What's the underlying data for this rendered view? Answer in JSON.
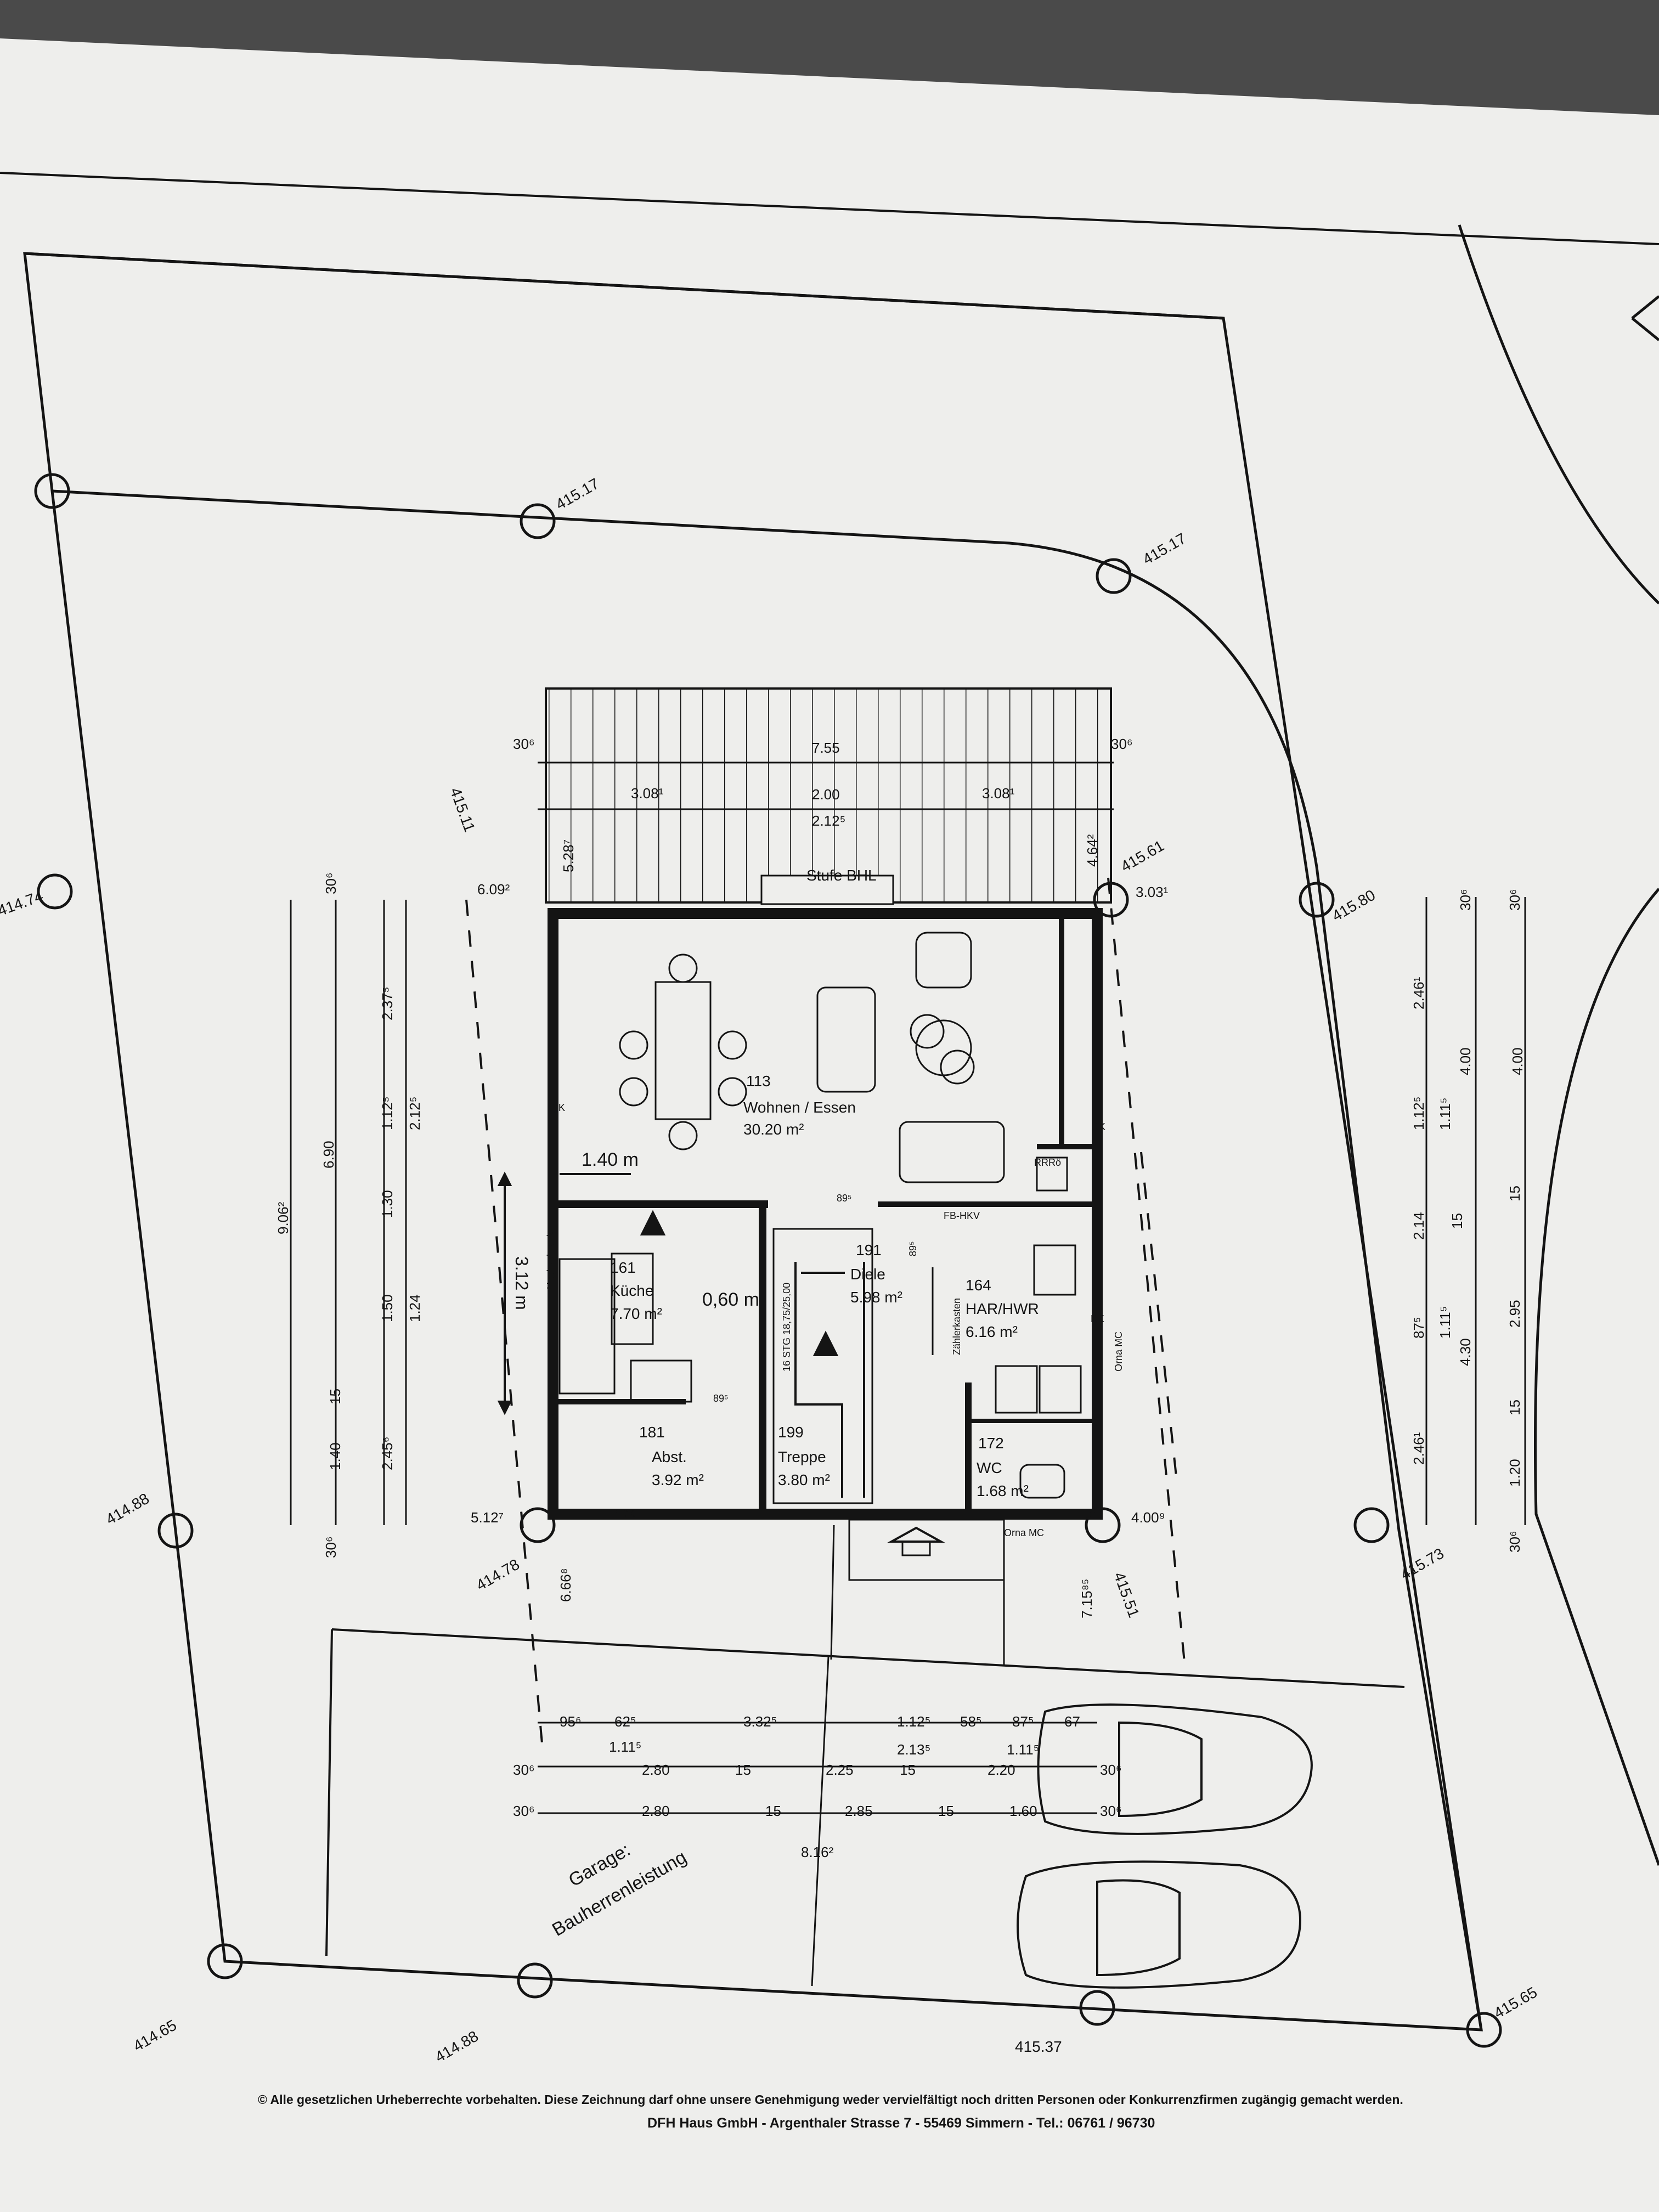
{
  "colors": {
    "background": "#4a4a4a",
    "paper": "#eeeeec",
    "ink": "#141414"
  },
  "rooms": [
    {
      "number": "113",
      "name": "Wohnen / Essen",
      "area": "30.20 m²"
    },
    {
      "number": "161",
      "name": "Küche",
      "area": "7.70 m²"
    },
    {
      "number": "191",
      "name": "Diele",
      "area": "5.98 m²"
    },
    {
      "number": "164",
      "name": "HAR/HWR",
      "area": "6.16 m²"
    },
    {
      "number": "181",
      "name": "Abst.",
      "area": "3.92 m²"
    },
    {
      "number": "199",
      "name": "Treppe",
      "area": "3.80 m²"
    },
    {
      "number": "172",
      "name": "WC",
      "area": "1.68 m²"
    }
  ],
  "elevations": [
    "415.17",
    "415.17",
    "414.74",
    "415.11",
    "415.61",
    "415.80",
    "414.88",
    "414.78",
    "415.51",
    "415.73",
    "414.65",
    "414.88",
    "415.37",
    "415.65"
  ],
  "dimensions": {
    "top": [
      "7.55",
      "3.08¹",
      "2.00",
      "2.12⁵",
      "3.08¹",
      "30⁶",
      "30⁶"
    ],
    "house_sides": [
      "5.28⁷",
      "4.64²",
      "6.09²",
      "3.03¹",
      "5.12⁷",
      "4.00⁹",
      "6.66⁸",
      "7.15⁸⁵"
    ],
    "left_chain": [
      "9.06²",
      "6.90",
      "2.37⁵",
      "1.12⁵",
      "2.12⁵",
      "1.30",
      "1.50",
      "1.24",
      "15",
      "1.40",
      "2.45⁶",
      "30⁶",
      "30⁶"
    ],
    "right_chain": [
      "2.46¹",
      "4.00",
      "4.00",
      "1.12⁵",
      "1.11⁵",
      "2.14",
      "15",
      "15",
      "87⁵",
      "1.11⁵",
      "4.30",
      "2.95",
      "15",
      "2.46¹",
      "1.20",
      "30⁶",
      "30⁶",
      "30⁶"
    ],
    "bottom_rows": [
      [
        "95⁶",
        "62⁵",
        "3.32⁵",
        "1.12⁵",
        "58⁵",
        "87⁵",
        "67"
      ],
      [
        "1.11⁵",
        "2.13⁵",
        "1.11⁵"
      ],
      [
        "30⁶",
        "2.80",
        "15",
        "2.25",
        "15",
        "2.20",
        "30⁶"
      ],
      [
        "30⁶",
        "2.80",
        "15",
        "2.85",
        "15",
        "1.60",
        "30⁶"
      ],
      [
        "8.16²"
      ]
    ],
    "inner": [
      "1.40 m",
      "0,60 m",
      "3.12 m",
      "89⁵",
      "89⁵",
      "89⁵"
    ]
  },
  "labels": {
    "stufe": "Stufe BHL",
    "dk": "DK",
    "fb_hkv": "FB-HKV",
    "rrr": "RRRö",
    "zaehler": "Zählerkasten",
    "orna_mc": "Orna MC",
    "edk": "EDK",
    "garage_line1": "Garage:",
    "garage_line2": "Bauherrenleistung",
    "hochschrank": "Hochschrank",
    "stair_steps": "16 STG 18,75/25,00"
  },
  "footer": {
    "line1": "© Alle gesetzlichen Urheberrechte vorbehalten. Diese Zeichnung darf ohne unsere Genehmigung weder vervielfältigt noch dritten Personen oder Konkurrenzfirmen zugängig gemacht werden.",
    "line2": "DFH Haus GmbH - Argenthaler Strasse 7 - 55469 Simmern - Tel.: 06761 / 96730"
  }
}
